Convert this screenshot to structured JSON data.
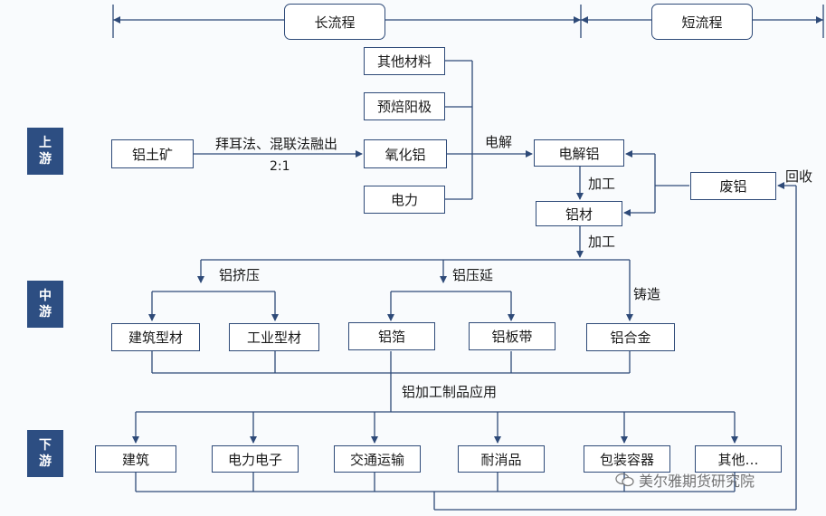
{
  "header": {
    "long_process": "长流程",
    "short_process": "短流程"
  },
  "stages": {
    "upstream": [
      "上",
      "游"
    ],
    "midstream": [
      "中",
      "游"
    ],
    "downstream": [
      "下",
      "游"
    ]
  },
  "upstream": {
    "bauxite": "铝土矿",
    "alumina": "氧化铝",
    "other_materials": "其他材料",
    "prebaked_anode": "预焙阳极",
    "power": "电力",
    "electrolytic_aluminum": "电解铝",
    "aluminum_material": "铝材",
    "scrap_aluminum": "废铝",
    "process_label": "拜耳法、混联法融出",
    "ratio_label": "2:1",
    "electrolysis_label": "电解",
    "processing_label_1": "加工",
    "recycle_label": "回收"
  },
  "midstream": {
    "processing_label": "加工",
    "extrusion_label": "铝挤压",
    "rolling_label": "铝压延",
    "casting_label": "铸造",
    "building_profiles": "建筑型材",
    "industrial_profiles": "工业型材",
    "aluminum_foil": "铝箔",
    "aluminum_strip": "铝板带",
    "aluminum_alloy": "铝合金"
  },
  "downstream": {
    "application_label": "铝加工制品应用",
    "items": [
      "建筑",
      "电力电子",
      "交通运输",
      "耐消品",
      "包装容器",
      "其他…"
    ]
  },
  "watermark": "美尔雅期货研究院",
  "colors": {
    "line": "#2e4a78",
    "stage_bg": "#2d4e82",
    "border": "#2e4a78"
  }
}
